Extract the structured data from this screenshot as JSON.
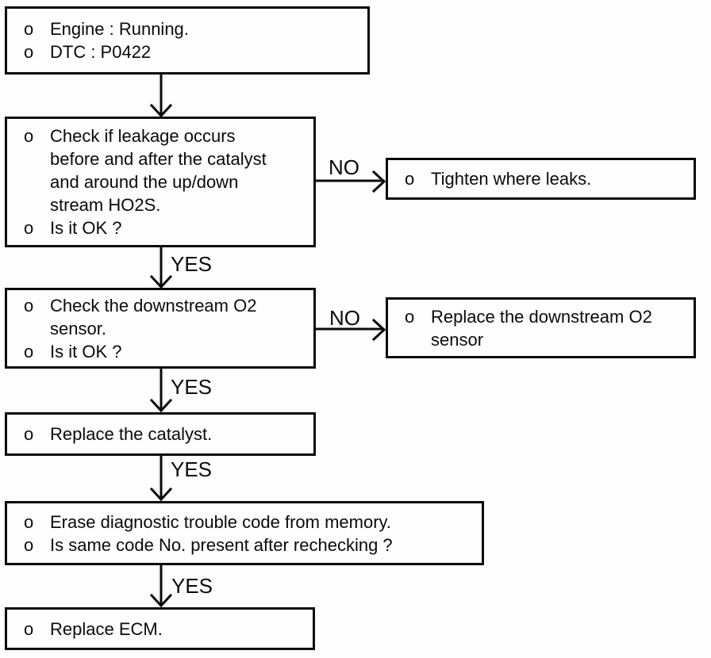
{
  "labels": {
    "yes": "YES",
    "no": "NO"
  },
  "colors": {
    "ink": "#0a0a0a",
    "paper": "#fefefe"
  },
  "boxes": {
    "start": {
      "items": [
        {
          "bullet": "o",
          "lines": [
            "Engine : Running."
          ]
        },
        {
          "bullet": "o",
          "lines": [
            "DTC : P0422"
          ]
        }
      ]
    },
    "check_leakage": {
      "items": [
        {
          "bullet": "o",
          "lines": [
            "Check if leakage occurs",
            "before and after the catalyst",
            "and around the up/down",
            "stream HO2S."
          ]
        },
        {
          "bullet": "o",
          "lines": [
            "Is it OK ?"
          ]
        }
      ]
    },
    "tighten": {
      "items": [
        {
          "bullet": "o",
          "lines": [
            "Tighten where leaks."
          ]
        }
      ]
    },
    "check_o2": {
      "items": [
        {
          "bullet": "o",
          "lines": [
            "Check the downstream O2",
            "sensor."
          ]
        },
        {
          "bullet": "o",
          "lines": [
            "Is it OK ?"
          ]
        }
      ]
    },
    "replace_o2": {
      "items": [
        {
          "bullet": "o",
          "lines": [
            "Replace the downstream O2",
            "sensor"
          ]
        }
      ]
    },
    "replace_catalyst": {
      "items": [
        {
          "bullet": "o",
          "lines": [
            "Replace the catalyst."
          ]
        }
      ]
    },
    "erase_code": {
      "items": [
        {
          "bullet": "o",
          "lines": [
            "Erase diagnostic trouble code from memory."
          ]
        },
        {
          "bullet": "o",
          "lines": [
            "Is same code No. present after rechecking ?"
          ]
        }
      ]
    },
    "replace_ecm": {
      "items": [
        {
          "bullet": "o",
          "lines": [
            "Replace ECM."
          ]
        }
      ]
    }
  }
}
